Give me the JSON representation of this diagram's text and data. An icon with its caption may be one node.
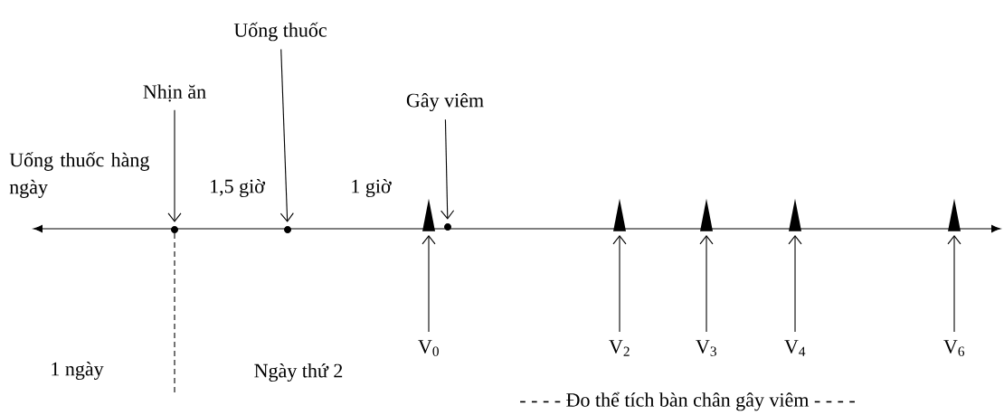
{
  "diagram": {
    "nodes": [
      {
        "text": [
          "Nhịn ăn"
        ]
      },
      {
        "text": [],
        "shape": "circle"
      },
      {
        "text": [
          "Uống thuốc"
        ]
      },
      {
        "text": [],
        "shape": "circle"
      },
      {
        "text": [
          "Gây viêm"
        ]
      },
      {
        "text": [],
        "shape": "circle"
      },
      {
        "text": [],
        "shape": "triangle"
      },
      {
        "text": [],
        "shape": "triangle"
      },
      {
        "text": [],
        "shape": "triangle"
      },
      {
        "text": [],
        "shape": "triangle"
      },
      {
        "text": [],
        "shape": "triangle"
      },
      {
        "text": [
          "V$_{0}$"
        ]
      },
      {
        "text": [
          "V$_{2}$"
        ]
      },
      {
        "text": [
          "V$_{3}$"
        ]
      },
      {
        "text": [
          "V$_{4}$"
        ]
      },
      {
        "text": [
          "V$_{6}$"
        ]
      }
    ],
    "edges": [
      {
        "from": 0,
        "to": 1,
        "arrow": "to"
      },
      {
        "from": 2,
        "to": 3,
        "arrow": "to"
      },
      {
        "from": 4,
        "to": 5,
        "arrow": "to"
      },
      {
        "from": 11,
        "to": 6,
        "arrow": "to"
      },
      {
        "from": 12,
        "to": 7,
        "arrow": "to"
      },
      {
        "from": 13,
        "to": 8,
        "arrow": "to"
      },
      {
        "from": 14,
        "to": 9,
        "arrow": "to"
      },
      {
        "from": 15,
        "to": 10,
        "arrow": "to"
      }
    ],
    "labels": [
      "Uống thuốc hàng ngày",
      "1,5 giờ",
      "1 giờ",
      "1 ngày",
      "Ngày thứ 2",
      "- - - - Đo thể tích bàn chân gây viêm - - - -"
    ]
  }
}
